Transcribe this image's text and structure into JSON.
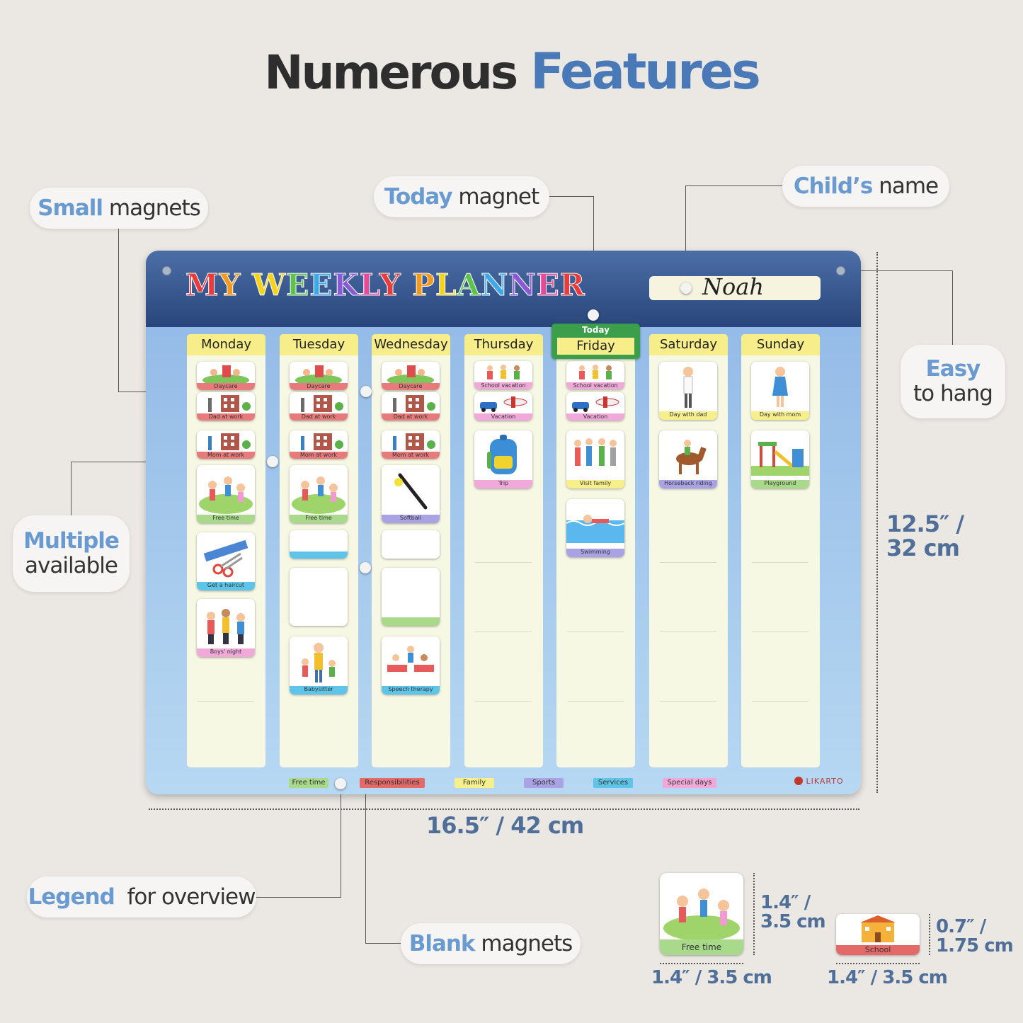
{
  "heading": {
    "part1": "Numerous",
    "part2": "Features"
  },
  "callouts": {
    "small_magnets": {
      "highlight": "Small",
      "rest": "magnets"
    },
    "today_magnet": {
      "highlight": "Today",
      "rest": "magnet"
    },
    "childs_name": {
      "highlight": "Child’s",
      "rest": "name"
    },
    "easy_to_hang": {
      "highlight": "Easy",
      "rest": "to hang"
    },
    "multiple_available": {
      "highlight": "Multiple",
      "rest": "available"
    },
    "legend_overview": {
      "highlight": "Legend",
      "rest": "for overview"
    },
    "blank_magnets": {
      "highlight": "Blank",
      "rest": "magnets"
    }
  },
  "board": {
    "title": "MY WEEKLY PLANNER",
    "title_letter_colors": [
      "#e83b3b",
      "#f39a1e",
      "#f5d31b",
      "#5fc24a",
      "#3fa9e8",
      "#8a5ad6",
      "#e84a9a"
    ],
    "child_name": "Noah",
    "today_label": "Today",
    "days": [
      "Monday",
      "Tuesday",
      "Wednesday",
      "Thursday",
      "Friday",
      "Saturday",
      "Sunday"
    ],
    "magnets": {
      "monday": [
        "Daycare",
        "Dad at work",
        "Mom at work",
        "Free time",
        "Get a haircut",
        "Boys' night"
      ],
      "tuesday": [
        "Daycare",
        "Dad at work",
        "Mom at work",
        "Free time",
        "Babysitter"
      ],
      "wednesday": [
        "Daycare",
        "Dad at work",
        "Mom at work",
        "Softball",
        "Speech therapy"
      ],
      "thursday": [
        "School vacation",
        "Vacation",
        "Trip"
      ],
      "friday": [
        "School vacation",
        "Vacation",
        "Visit family",
        "Swimming"
      ],
      "saturday": [
        "Day with dad",
        "Horseback riding"
      ],
      "sunday": [
        "Day with mom",
        "Playground"
      ]
    },
    "legend": [
      "Free time",
      "Responsibilities",
      "Family",
      "Sports",
      "Services",
      "Special days"
    ],
    "legend_colors": {
      "free_time": "#a9d98a",
      "responsibilities": "#e46a6a",
      "family": "#f6ef8c",
      "sports": "#a9a3e6",
      "services": "#5fc5e8",
      "special_days": "#f0a9d9"
    },
    "brand": "LIKARTO"
  },
  "dimensions": {
    "width": "16.5″ / 42 cm",
    "height_line1": "12.5″ /",
    "height_line2": "32 cm",
    "large_magnet_height_line1": "1.4″ /",
    "large_magnet_height_line2": "3.5 cm",
    "large_magnet_width": "1.4″ / 3.5 cm",
    "small_magnet_height_line1": "0.7″ /",
    "small_magnet_height_line2": "1.75 cm",
    "small_magnet_width": "1.4″ / 3.5 cm",
    "large_magnet_label": "Free time",
    "small_magnet_label": "School"
  }
}
